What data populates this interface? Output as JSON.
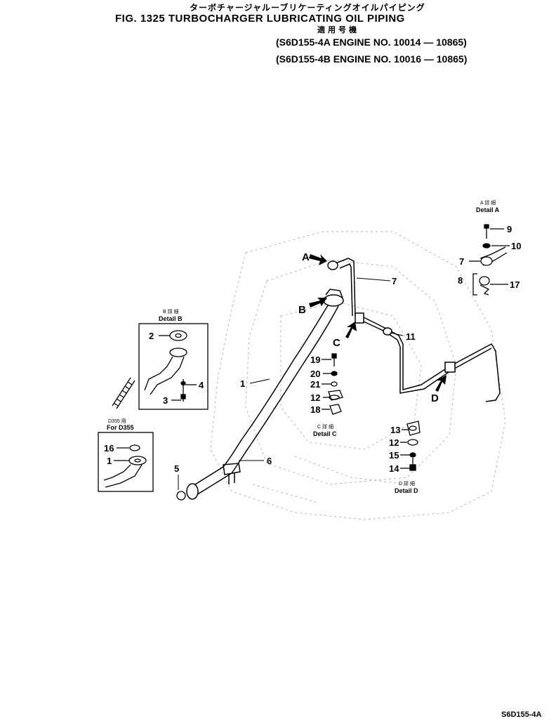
{
  "header": {
    "jp_title": "ターボチャージャルーブリケーティングオイルパイピング",
    "fig_title": "FIG. 1325  TURBOCHARGER LUBRICATING OIL PIPING",
    "applicable_jp": "適用号機",
    "engine_lines": [
      "(S6D155-4A  ENGINE NO. 10014 — 10865)",
      "(S6D155-4B  ENGINE NO. 10016 — 10865)"
    ]
  },
  "details": {
    "a": {
      "jp": "A 詳 細",
      "en": "Detail  A"
    },
    "b": {
      "jp": "B 詳 細",
      "en": "Detail  B"
    },
    "c": {
      "jp": "C 詳 細",
      "en": "Detail  C"
    },
    "d": {
      "jp": "D 詳 細",
      "en": "Detail  D"
    },
    "d355": {
      "jp": "D355 用",
      "en": "For D355"
    }
  },
  "arrows": {
    "a": "A",
    "b": "B",
    "c": "C",
    "d": "D"
  },
  "callouts": {
    "main": [
      "1",
      "7",
      "11",
      "6",
      "5"
    ],
    "detail_a": [
      "9",
      "10",
      "7",
      "8",
      "17"
    ],
    "detail_b": [
      "2",
      "4",
      "3"
    ],
    "detail_c": [
      "19",
      "20",
      "21",
      "12",
      "18"
    ],
    "detail_d": [
      "13",
      "12",
      "15",
      "14"
    ],
    "detail_d355": [
      "16",
      "1"
    ]
  },
  "footer": {
    "code": "S6D155-4A"
  }
}
